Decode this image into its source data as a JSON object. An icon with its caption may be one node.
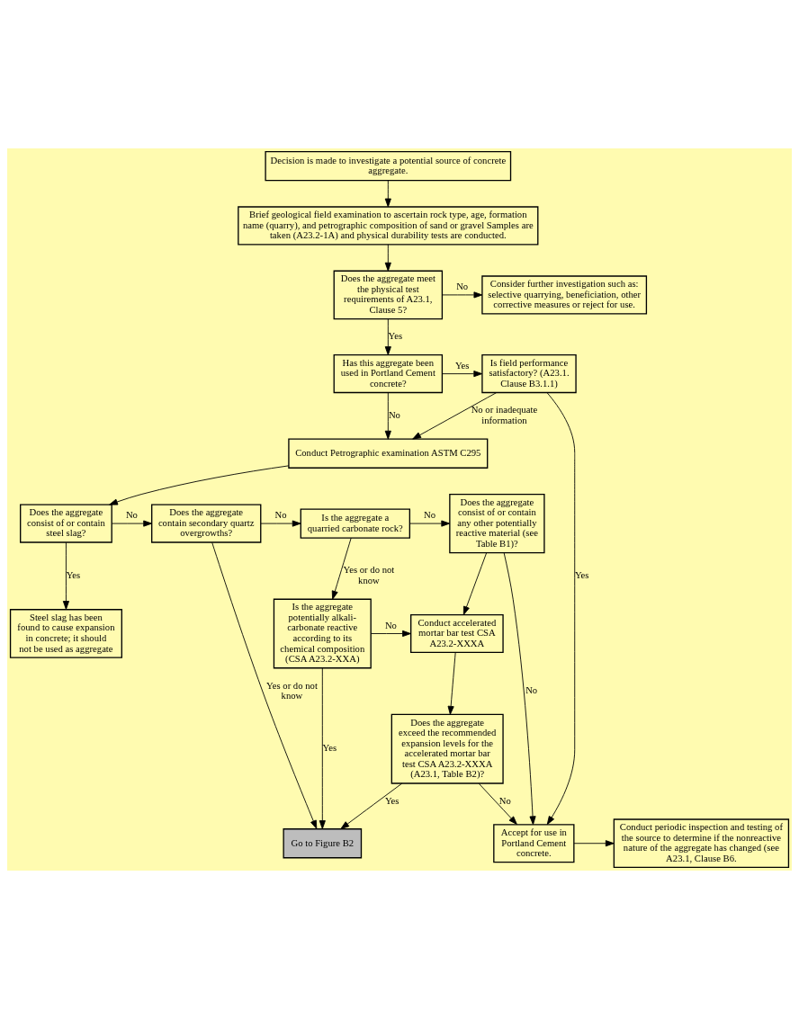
{
  "diagram": {
    "nodes": [
      {
        "text": [
          "Decision is made to investigate a potential source of concrete aggregate."
        ]
      },
      {
        "text": [
          "Brief geological field examination to ascertain rock type, age, formation name (quarry), and petrographic composition of sand or gravel Samples are taken (A23.2-1A) and physical durability tests are conducted."
        ]
      },
      {
        "text": [
          "Does the aggregate meet the physical test requirements of A23.1, Clause 5?"
        ]
      },
      {
        "text": [
          "Consider further investigation such as: selective quarrying, beneficiation, other corrective measures or reject for use."
        ]
      },
      {
        "text": [
          "Has this aggregate been used in Portland Cement concrete?"
        ]
      },
      {
        "text": [
          "Is field performance satisfactory? (A23.1. Clause B3.1.1)"
        ]
      },
      {
        "text": [
          "Conduct Petrographic examination ASTM C295"
        ]
      },
      {
        "text": [
          "Does the aggregate consist of or contain steel slag?"
        ]
      },
      {
        "text": [
          "Does the aggregate contain secondary quartz overgrowths?"
        ]
      },
      {
        "text": [
          "Is the aggregate a quarried carbonate rock?"
        ]
      },
      {
        "text": [
          "Does the aggregate consist of or contain any other potentially reactive material (see Table B1)?"
        ]
      },
      {
        "text": [
          "Steel slag has been found to cause expansion in concrete; it should not be used as aggregate"
        ]
      },
      {
        "text": [
          "Is the aggregate potentially alkali-carbonate reactive according to its chemical composition (CSA A23.2-XXA)"
        ]
      },
      {
        "text": [
          "Conduct accelerated mortar bar test CSA A23.2-XXXA"
        ]
      },
      {
        "text": [
          "Does the aggregate exceed the recommended expansion levels for the accelerated mortar bar test CSA A23.2-XXXA (A23.1, Table B2)?"
        ]
      },
      {
        "text": [
          "Go to Figure B2"
        ]
      },
      {
        "text": [
          "Conduct periodic inspection and testing of the source to determine if the nonreactive nature of the aggregate has changed (see A23.1, Clause B6."
        ]
      },
      {
        "text": [
          "Accept for use in Portland Cement concrete."
        ]
      }
    ],
    "edges": [
      {
        "from": 0,
        "to": 1,
        "arrow": "to"
      },
      {
        "from": 1,
        "to": 2,
        "arrow": "to"
      },
      {
        "from": 2,
        "to": 3,
        "arrow": "to",
        "label": "No"
      },
      {
        "from": 2,
        "to": 4,
        "arrow": "to",
        "label": "Yes"
      },
      {
        "from": 4,
        "to": 5,
        "arrow": "to",
        "label": "Yes"
      },
      {
        "from": 4,
        "to": 6,
        "arrow": "to",
        "label": "No"
      },
      {
        "from": 5,
        "to": 6,
        "arrow": "to",
        "label": "No or inadequate information"
      },
      {
        "from": 5,
        "to": 17,
        "arrow": "to",
        "label": "Yes"
      },
      {
        "from": 6,
        "to": 7,
        "arrow": "to"
      },
      {
        "from": 7,
        "to": 8,
        "arrow": "to",
        "label": "No"
      },
      {
        "from": 7,
        "to": 11,
        "arrow": "to",
        "label": "Yes"
      },
      {
        "from": 8,
        "to": 9,
        "arrow": "to",
        "label": "No"
      },
      {
        "from": 8,
        "to": 15,
        "arrow": "to",
        "label": "Yes or do not know"
      },
      {
        "from": 9,
        "to": 10,
        "arrow": "to",
        "label": "No"
      },
      {
        "from": 9,
        "to": 12,
        "arrow": "to",
        "label": "Yes or do not know"
      },
      {
        "from": 10,
        "to": 17,
        "arrow": "to",
        "label": "No"
      },
      {
        "from": 10,
        "to": 13,
        "arrow": "to"
      },
      {
        "from": 12,
        "to": 13,
        "arrow": "to",
        "label": "No"
      },
      {
        "from": 12,
        "to": 15,
        "arrow": "to",
        "label": "Yes"
      },
      {
        "from": 13,
        "to": 14,
        "arrow": "to"
      },
      {
        "from": 14,
        "to": 15,
        "arrow": "to",
        "label": "Yes"
      },
      {
        "from": 14,
        "to": 17,
        "arrow": "to",
        "label": "No"
      },
      {
        "from": 17,
        "to": 16,
        "arrow": "to"
      }
    ]
  }
}
